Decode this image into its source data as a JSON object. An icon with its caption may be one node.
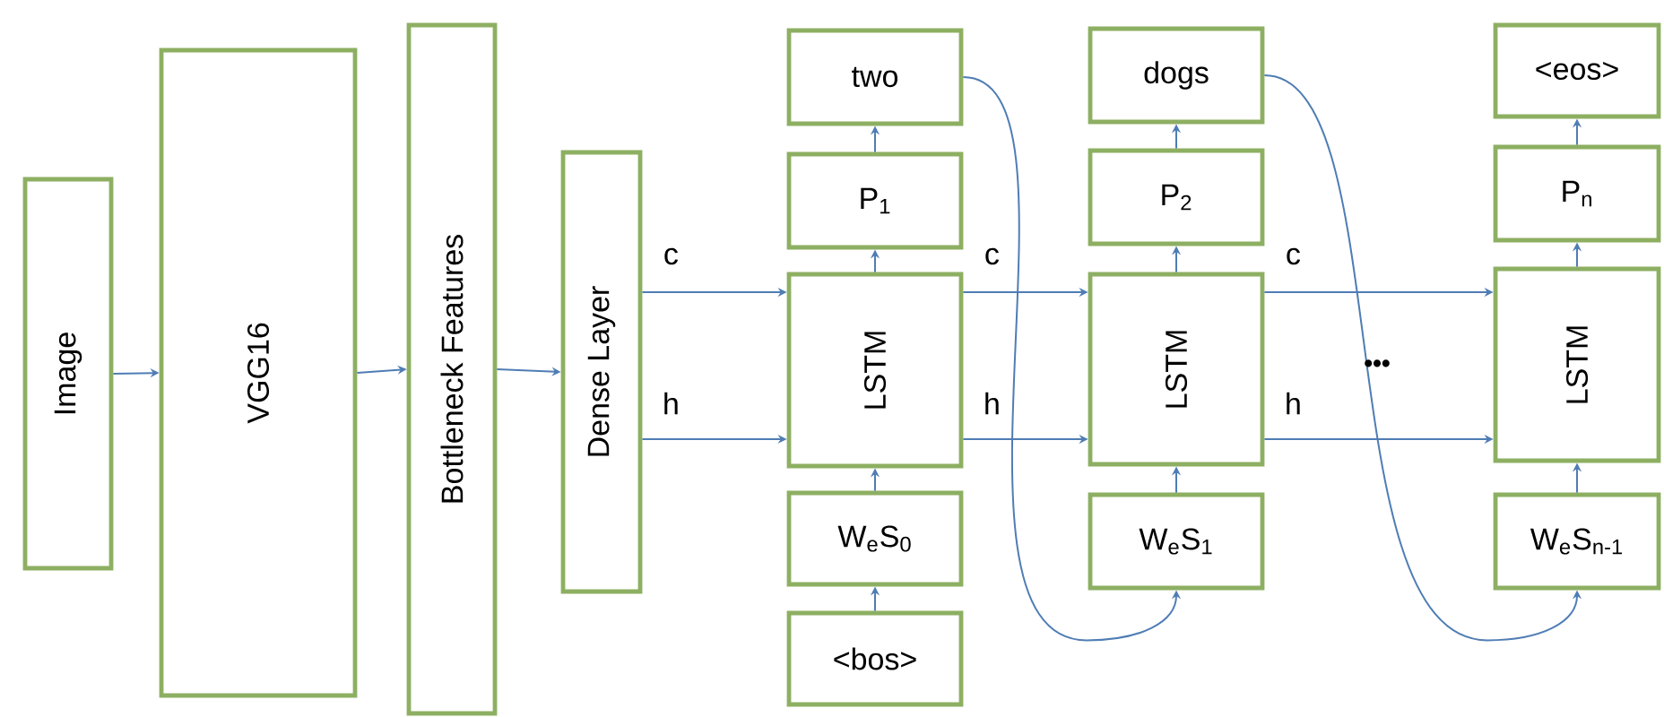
{
  "diagram": {
    "nodes": [
      {
        "text": [
          "Image"
        ]
      },
      {
        "text": [
          "VGG16"
        ]
      },
      {
        "text": [
          "Bottleneck Features"
        ]
      },
      {
        "text": [
          "Dense Layer"
        ]
      },
      {
        "text": [
          "LSTM"
        ]
      },
      {
        "text": [
          "P$_{1}$"
        ]
      },
      {
        "text": [
          "two"
        ]
      },
      {
        "text": [
          "W$_{e}$S$_{0}$"
        ]
      },
      {
        "text": [
          "<bos>"
        ]
      },
      {
        "text": [
          "LSTM"
        ]
      },
      {
        "text": [
          "P$_{2}$"
        ]
      },
      {
        "text": [
          "dogs"
        ]
      },
      {
        "text": [
          "W$_{e}$S$_{1}$"
        ]
      },
      {
        "text": [
          "LSTM"
        ]
      },
      {
        "text": [
          "P$_{n}$"
        ]
      },
      {
        "text": [
          "<eos>"
        ]
      },
      {
        "text": [
          "W$_{e}$S$_{n-1}$"
        ]
      }
    ],
    "edges": [
      {
        "from": 0,
        "to": 1,
        "arrow": "to"
      },
      {
        "from": 1,
        "to": 2,
        "arrow": "to"
      },
      {
        "from": 2,
        "to": 3,
        "arrow": "to"
      },
      {
        "from": 3,
        "to": 4,
        "arrow": "to",
        "label": "c"
      },
      {
        "from": 3,
        "to": 4,
        "arrow": "to",
        "label": "h"
      },
      {
        "from": 8,
        "to": 7,
        "arrow": "to"
      },
      {
        "from": 7,
        "to": 4,
        "arrow": "to"
      },
      {
        "from": 4,
        "to": 5,
        "arrow": "to"
      },
      {
        "from": 5,
        "to": 6,
        "arrow": "to"
      },
      {
        "from": 4,
        "to": 9,
        "arrow": "to",
        "label": "c"
      },
      {
        "from": 4,
        "to": 9,
        "arrow": "to",
        "label": "h"
      },
      {
        "from": 6,
        "to": 12,
        "arrow": "to"
      },
      {
        "from": 12,
        "to": 9,
        "arrow": "to"
      },
      {
        "from": 9,
        "to": 10,
        "arrow": "to"
      },
      {
        "from": 10,
        "to": 11,
        "arrow": "to"
      },
      {
        "from": 9,
        "to": 13,
        "arrow": "to",
        "label": "c"
      },
      {
        "from": 9,
        "to": 13,
        "arrow": "to",
        "label": "h"
      },
      {
        "from": 11,
        "to": 16,
        "arrow": "to"
      },
      {
        "from": 16,
        "to": 13,
        "arrow": "to"
      },
      {
        "from": 13,
        "to": 14,
        "arrow": "to"
      },
      {
        "from": 14,
        "to": 15,
        "arrow": "to"
      }
    ],
    "labels": [
      "•••"
    ]
  }
}
